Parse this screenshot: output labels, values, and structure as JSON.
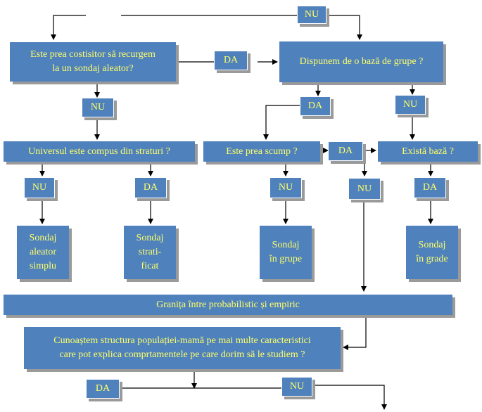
{
  "nodes": {
    "q_costly": "Este prea costisitor să recurgem\nla un sondaj aleator?",
    "q_cluster_base": "Dispunem de o bază de grupe ?",
    "q_strata": "Universul este compus din straturi ?",
    "q_too_expensive": "Este prea scump ?",
    "q_base_exists": "Există bază  ?",
    "r_simple": "Sondaj\naleator\nsimplu",
    "r_stratified": "Sondaj\nstrati-\nficat",
    "r_cluster": "Sondaj\nîn grupe",
    "r_graded": "Sondaj\nîn grade",
    "boundary": "Granița între probabilistic și empiric",
    "q_population": "Cunoaștem structura populației-mamă pe mai multe caracteristici\ncare pot explica comprtamentele pe care dorim să le studiem ?"
  },
  "labels": {
    "nu_top": "NU",
    "da_costly": "DA",
    "nu_costly": "NU",
    "da_cluster_base": "DA",
    "nu_cluster_base": "NU",
    "nu_strata": "NU",
    "da_strata": "DA",
    "nu_expensive": "NU",
    "da_expensive": "DA",
    "nu_expensive_down": "NU",
    "da_base_exists": "DA",
    "da_bottom": "DA",
    "nu_bottom": "NU"
  }
}
